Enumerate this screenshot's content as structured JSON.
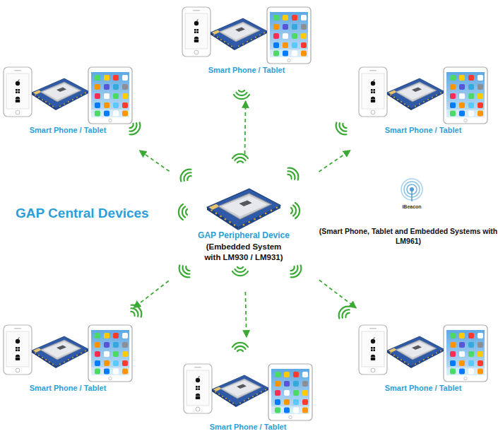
{
  "diagram": {
    "nodes": [
      {
        "text": [
          "Smart Phone / Tablet"
        ]
      },
      {
        "text": [
          "Smart Phone / Tablet"
        ]
      },
      {
        "text": [
          "Smart Phone / Tablet"
        ]
      },
      {
        "text": [
          "GAP Peripheral Device",
          "(Embedded System with LM930 / LM931)"
        ]
      },
      {
        "text": [
          "Smart Phone / Tablet"
        ]
      },
      {
        "text": [
          "Smart Phone / Tablet"
        ]
      },
      {
        "text": [
          "Smart Phone / Tablet"
        ]
      }
    ],
    "edges": [
      {
        "from": 3,
        "to": 0,
        "arrow": "to"
      },
      {
        "from": 3,
        "to": 1,
        "arrow": "to"
      },
      {
        "from": 3,
        "to": 2,
        "arrow": "to"
      },
      {
        "from": 3,
        "to": 4,
        "arrow": "to"
      },
      {
        "from": 3,
        "to": 5,
        "arrow": "to"
      },
      {
        "from": 3,
        "to": 6,
        "arrow": "to"
      }
    ],
    "labels": [
      "GAP Central Devices",
      "iBeacon",
      "(Smart Phone, Tablet and Embedded Systems with LM961)"
    ]
  }
}
